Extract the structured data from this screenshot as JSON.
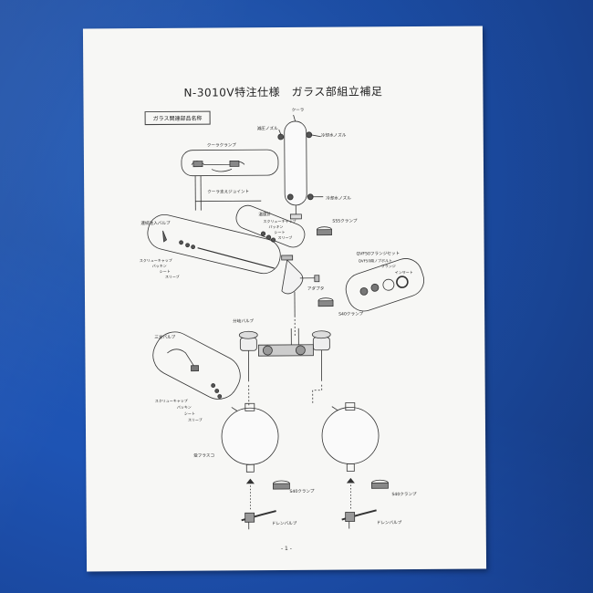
{
  "document": {
    "title": "N-3010V特注仕様　ガラス部組立補足",
    "section_heading": "ガラス関連部品名称",
    "page_number": "- 1 -"
  },
  "labels": {
    "cooler": "クーラ",
    "pressure_reduce_nozzle": "減圧ノズル",
    "coolant_nozzle_top": "冷却水ノズル",
    "cooler_clamp": "クーラクランプ",
    "cooler_support_joint": "クーラ支えジョイント",
    "coolant_nozzle_bottom": "冷却水ノズル",
    "thermometer": "温度計",
    "screw_cap_1": "スクリューキャップ",
    "packing_1": "パッキン",
    "sheet_1": "シート",
    "sleeve_1": "スリーブ",
    "s55_clamp": "S55クランプ",
    "continuous_inlet_valve": "連続注入バルブ",
    "screw_cap_2": "スクリューキャップ",
    "packing_2": "パッキン",
    "sheet_2": "シート",
    "sleeve_2": "スリーブ",
    "qvf_flange_set": "QVF50フランジセット",
    "qvf_bolt": "QVF50用ノブボルト",
    "flange": "フランジ",
    "insert": "インサート",
    "adapter": "アダプタ",
    "s40_clamp_top": "S40クランプ",
    "branch_valve": "分岐バルブ",
    "three_way_valve": "三方バルブ",
    "screw_cap_3": "スクリューキャップ",
    "packing_3": "パッキン",
    "sheet_3": "シート",
    "sleeve_3": "スリーブ",
    "receiver_flask": "受フラスコ",
    "s40_clamp_left": "S40クランプ",
    "s40_clamp_right": "S40クランプ",
    "drain_valve_left": "ドレンバルブ",
    "drain_valve_right": "ドレンバルブ"
  }
}
